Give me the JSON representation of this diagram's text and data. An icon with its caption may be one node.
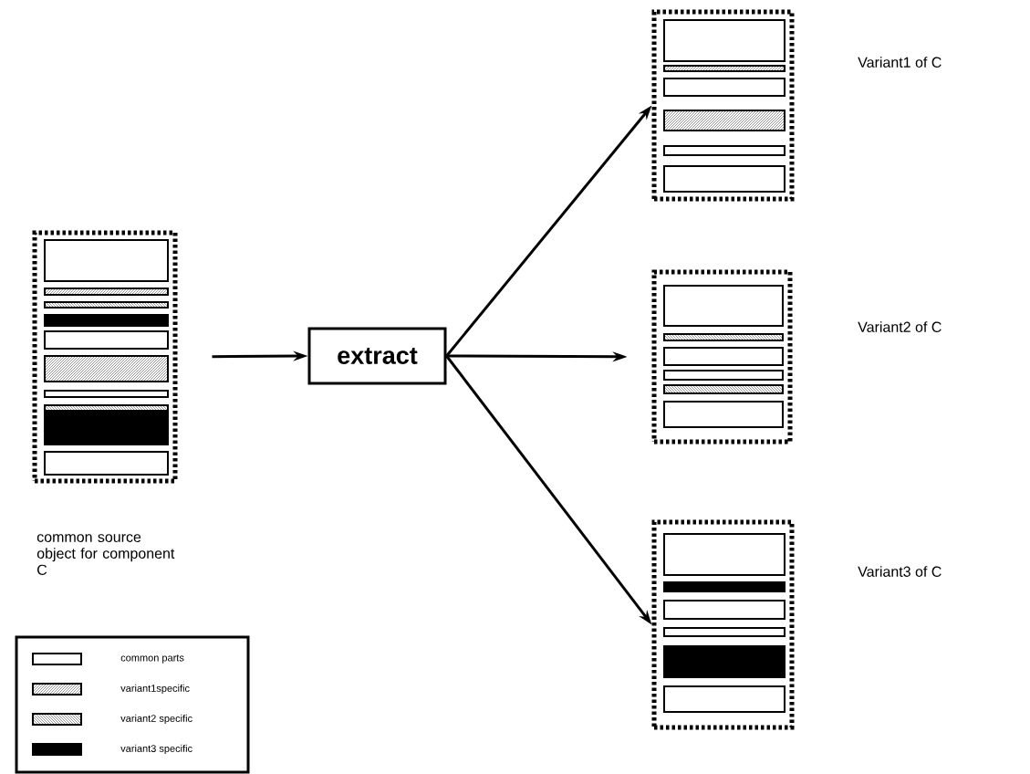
{
  "diagram": {
    "nodes": [
      {
        "text": [],
        "shape": "box",
        "beside": [
          "common source object for component C"
        ]
      },
      {
        "text": [
          "extract"
        ]
      },
      {
        "text": [],
        "shape": "box"
      },
      {
        "text": [],
        "shape": "box"
      },
      {
        "text": [],
        "shape": "box"
      }
    ],
    "labels": [
      "Variant1 of C",
      "Variant2 of C",
      "Variant3 of C"
    ],
    "edges": [
      {
        "from": 0,
        "to": 1,
        "arrow": "to"
      },
      {
        "from": 1,
        "to": 2,
        "arrow": "to"
      },
      {
        "from": 1,
        "to": 3,
        "arrow": "to"
      },
      {
        "from": 1,
        "to": 4,
        "arrow": "to"
      }
    ],
    "legend": [
      {
        "text": "common parts"
      },
      {
        "text": "variant1specific"
      },
      {
        "text": "variant2 specific"
      },
      {
        "text": "variant3 specific"
      }
    ]
  }
}
